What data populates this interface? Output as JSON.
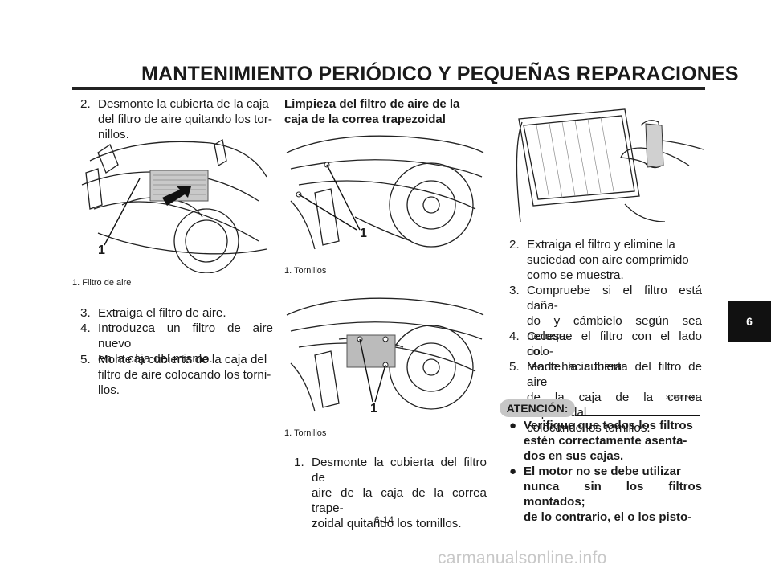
{
  "header": {
    "title": "MANTENIMIENTO PERIÓDICO Y PEQUEÑAS REPARACIONES"
  },
  "left": {
    "step2": {
      "num": "2.",
      "lines": [
        "Desmonte la cubierta de la caja",
        "del filtro de aire quitando los tor-",
        "nillos."
      ]
    },
    "fig1": {
      "callout": "1",
      "caption": "1. Filtro de aire"
    },
    "steps": [
      {
        "num": "3.",
        "lines": [
          "Extraiga el filtro de aire."
        ]
      },
      {
        "num": "4.",
        "lines": [
          "Introduzca un filtro de aire nuevo",
          "en la caja del mismo."
        ]
      },
      {
        "num": "5.",
        "lines": [
          "Monte la cubierta de la caja del",
          "filtro de aire colocando los torni-",
          "llos."
        ]
      }
    ]
  },
  "middle": {
    "heading": [
      "Limpieza del filtro de aire de la",
      "caja de la correa trapezoidal"
    ],
    "fig2": {
      "callout": "1",
      "caption": "1. Tornillos"
    },
    "fig3": {
      "callout": "1",
      "caption": "1. Tornillos"
    },
    "step1": {
      "num": "1.",
      "lines": [
        "Desmonte la cubierta del filtro de",
        "aire de la caja de la correa trape-",
        "zoidal quitando los tornillos."
      ]
    }
  },
  "right": {
    "steps": [
      {
        "num": "2.",
        "lines": [
          "Extraiga el filtro y elimine la",
          "suciedad con aire comprimido",
          "como se muestra."
        ]
      },
      {
        "num": "3.",
        "lines": [
          "Compruebe si el filtro está daña-",
          "do y cámbielo según sea necesa-",
          "rio."
        ]
      },
      {
        "num": "4.",
        "lines": [
          "Coloque el filtro con el lado colo-",
          "reado hacia fuera."
        ]
      },
      {
        "num": "5.",
        "lines": [
          "Monte la cubierta del filtro de aire",
          "de la caja de la correa trapezoidal",
          "colocando los tornillos."
        ]
      }
    ],
    "code": "SCA10530",
    "notice_label": "ATENCIÓN:",
    "warnings": [
      {
        "bullet": "●",
        "lines": [
          "Verifique que todos los filtros",
          "estén correctamente asenta-",
          "dos en sus cajas."
        ]
      },
      {
        "bullet": "●",
        "lines": [
          "El motor no se debe utilizar",
          "nunca sin los filtros montados;",
          "de lo contrario, el o los pisto-"
        ]
      }
    ]
  },
  "side_tab": "6",
  "footer": {
    "page_number": "6-14",
    "watermark": "carmanualsonline.info"
  }
}
